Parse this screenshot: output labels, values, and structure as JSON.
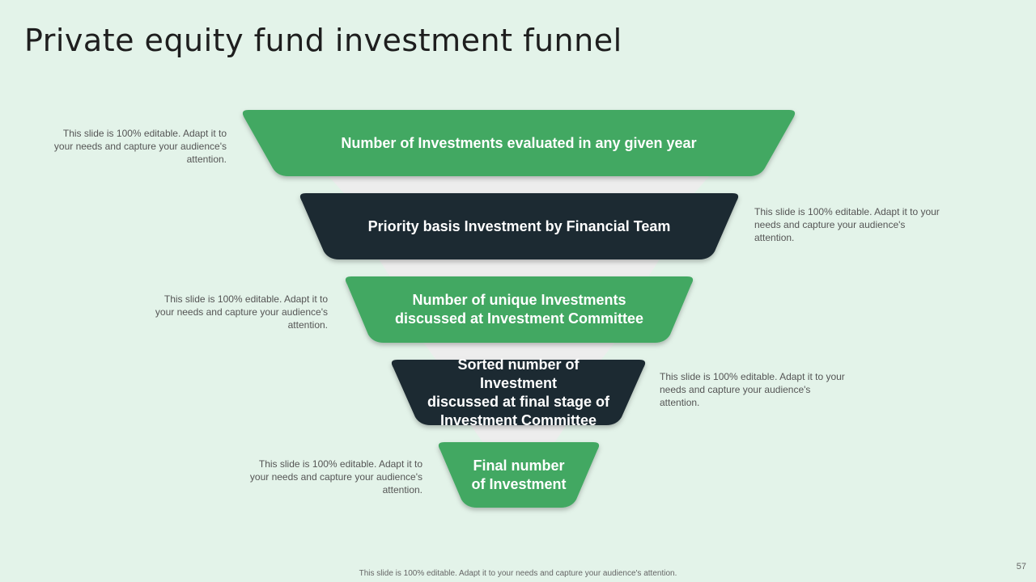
{
  "title": "Private equity fund investment funnel",
  "colors": {
    "background": "#e3f3e9",
    "green": "#43a862",
    "dark": "#1c2a33",
    "connector": "#ededed"
  },
  "stages": [
    {
      "label": "Number of Investments evaluated in any given year",
      "color": "#43a862"
    },
    {
      "label": "Priority basis Investment by Financial Team",
      "color": "#1c2a33"
    },
    {
      "label": "Number of unique Investments\ndiscussed at Investment Committee",
      "color": "#43a862"
    },
    {
      "label": "Sorted number of Investment\ndiscussed at final stage of\nInvestment Committee",
      "color": "#1c2a33"
    },
    {
      "label": "Final number\nof Investment",
      "color": "#43a862"
    }
  ],
  "notes": [
    "This slide is 100% editable. Adapt it to your needs and capture your audience's attention.",
    "This slide is 100% editable. Adapt it to your needs and capture your audience's attention.",
    "This slide is 100% editable. Adapt it to your needs and capture your audience's attention.",
    "This slide is 100% editable. Adapt it to your needs and capture your audience's attention.",
    "This slide is 100% editable. Adapt it to your needs and capture your audience's attention."
  ],
  "footer": "This slide is 100% editable. Adapt it to your needs and capture your audience's attention.",
  "page_number": "57"
}
